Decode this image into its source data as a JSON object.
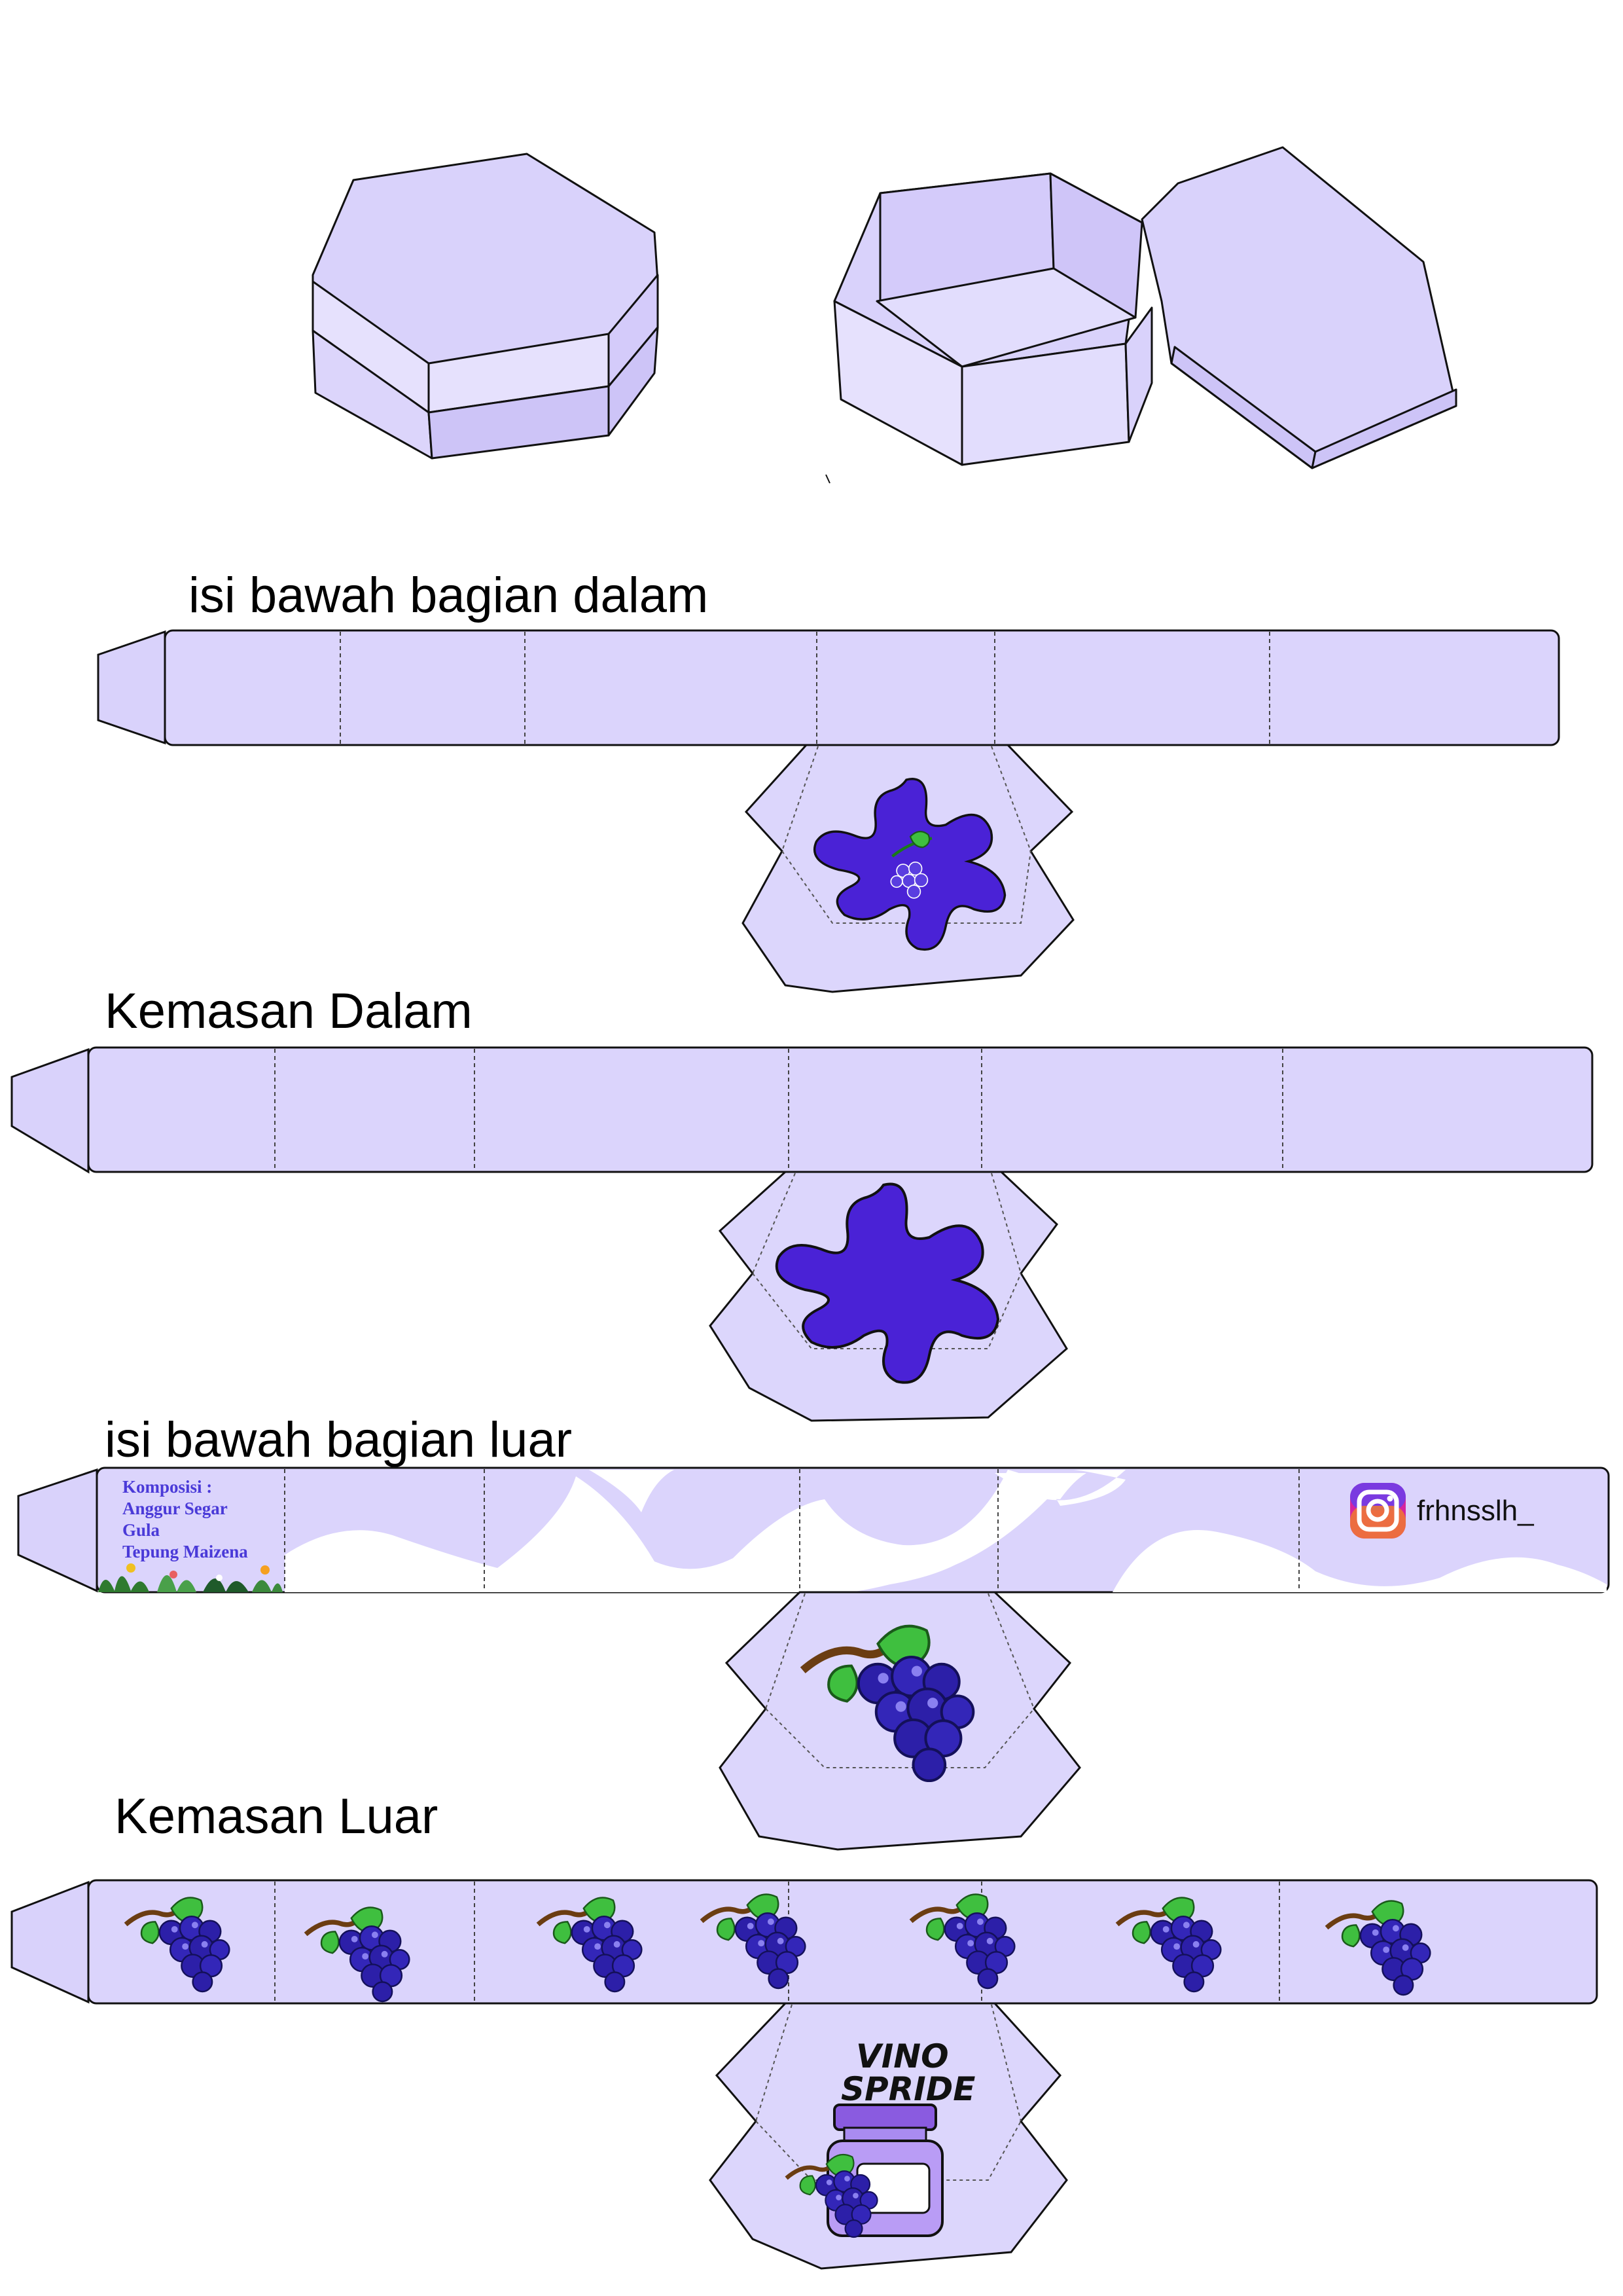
{
  "labels": {
    "inner_base": "isi bawah  bagian dalam",
    "inner_package": "Kemasan Dalam",
    "outer_base": "isi bawah  bagian luar",
    "outer_package": "Kemasan Luar"
  },
  "composition": {
    "title": "Komposisi :",
    "items": [
      "Anggur Segar",
      "Gula",
      "Tepung Maizena"
    ]
  },
  "social": {
    "icon": "instagram-icon",
    "handle": "frhnsslh_"
  },
  "product": {
    "name_line1": "VINO",
    "name_line2": "SPRIDE"
  },
  "colors": {
    "panel_fill": "#d9d2fb",
    "panel_fill_dark": "#cdc4f7",
    "outline": "#111111",
    "splash": "#4a22d6",
    "grape": "#2c1fa8",
    "leaf": "#3fbf3f"
  }
}
